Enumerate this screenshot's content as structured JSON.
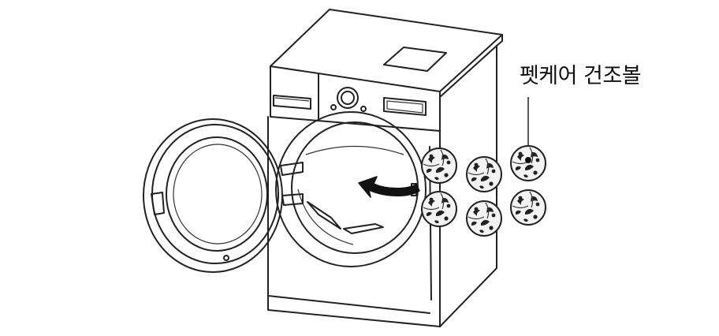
{
  "callout": {
    "label": "펫케어 건조볼"
  },
  "balls": [
    {
      "id": 1,
      "highlighted": false
    },
    {
      "id": 2,
      "highlighted": false
    },
    {
      "id": 3,
      "highlighted": true
    },
    {
      "id": 4,
      "highlighted": false
    },
    {
      "id": 5,
      "highlighted": false
    },
    {
      "id": 6,
      "highlighted": false
    }
  ],
  "colors": {
    "line": "#222222",
    "background": "#ffffff",
    "arrow": "#111111",
    "ball_fill": "#f3f3f3"
  },
  "icons": [
    "dryer-illustration",
    "open-door-icon",
    "insertion-arrow-icon",
    "dryer-ball-icon"
  ]
}
